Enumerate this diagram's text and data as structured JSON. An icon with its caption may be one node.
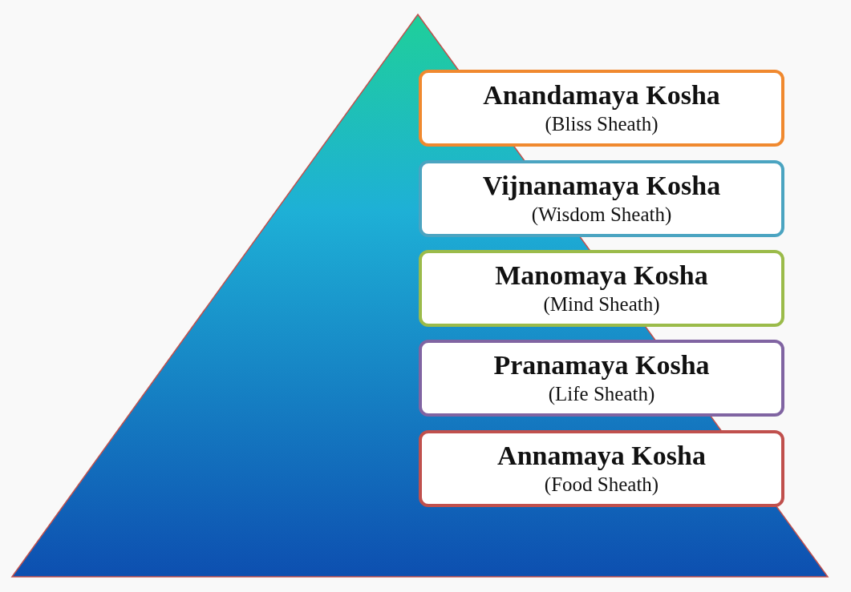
{
  "diagram": {
    "nodes": [
      {
        "text": [
          "Anandamaya Kosha",
          "(Bliss Sheath)"
        ]
      },
      {
        "text": [
          "Vijnanamaya Kosha",
          "(Wisdom Sheath)"
        ]
      },
      {
        "text": [
          "Manomaya Kosha",
          "(Mind Sheath)"
        ]
      },
      {
        "text": [
          "Pranamaya Kosha",
          "(Life Sheath)"
        ]
      },
      {
        "text": [
          "Annamaya Kosha",
          "(Food Sheath)"
        ]
      }
    ],
    "edges": []
  }
}
